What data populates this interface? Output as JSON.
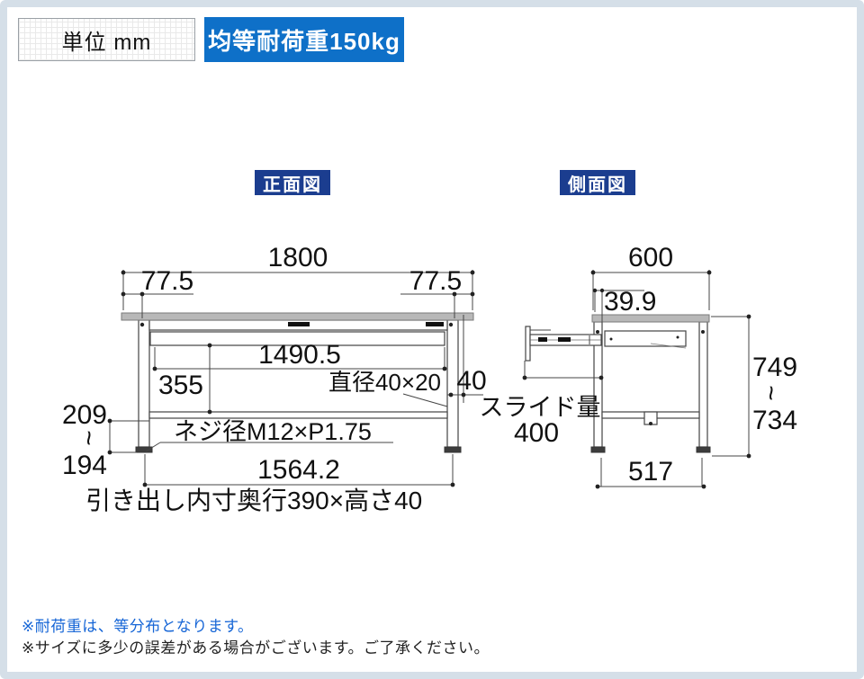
{
  "header": {
    "unit_label": "単位 mm",
    "load_label": "均等耐荷重150kg"
  },
  "front_view": {
    "title": "正面図",
    "width_total": "1800",
    "overhang_left": "77.5",
    "overhang_right": "77.5",
    "inner_width": "1490.5",
    "under_clearance": "355",
    "leg_pipe_label": "直径40×20",
    "apron_height": "40",
    "foot_range_max": "209",
    "range_tilde": "~",
    "foot_range_min": "194",
    "screw_spec": "ネジ径M12×P1.75",
    "leg_span": "1564.2",
    "drawer_inner_note": "引き出し内寸奥行390×高さ40"
  },
  "side_view": {
    "title": "側面図",
    "depth_total": "600",
    "top_offset": "39.9",
    "height_max": "749",
    "range_tilde": "~",
    "height_min": "734",
    "slide_label": "スライド量",
    "slide_value": "400",
    "leg_span": "517"
  },
  "notes": {
    "load_note": "※耐荷重は、等分布となります。",
    "size_note": "※サイズに多少の誤差がある場合がございます。ご了承ください。"
  },
  "colors": {
    "load_badge_bg": "#0e70c8",
    "view_title_bg": "#1b3d8f",
    "note_blue": "#1565d6",
    "page_border": "#d5dfe8"
  }
}
